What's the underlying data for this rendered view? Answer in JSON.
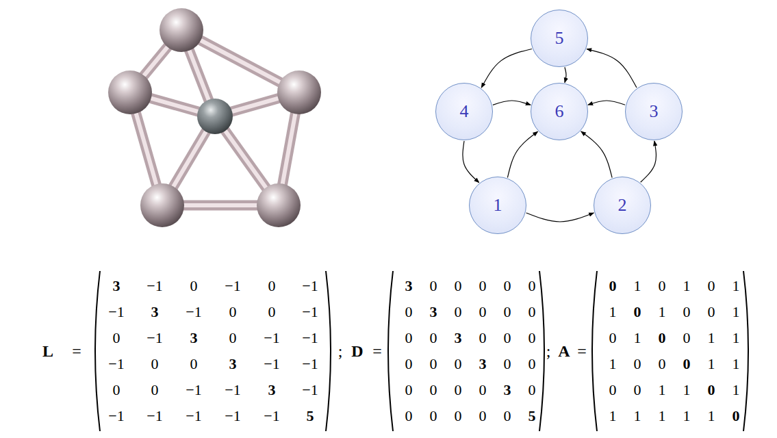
{
  "diagram": {
    "nodes": [
      {
        "text": [
          "5"
        ]
      },
      {
        "text": [
          "4"
        ]
      },
      {
        "text": [
          "6"
        ]
      },
      {
        "text": [
          "3"
        ]
      },
      {
        "text": [
          "1"
        ]
      },
      {
        "text": [
          "2"
        ]
      }
    ],
    "edges": [
      {
        "from": 0,
        "to": 1,
        "arrow": "to"
      },
      {
        "from": 0,
        "to": 2,
        "arrow": "to"
      },
      {
        "from": 3,
        "to": 0,
        "arrow": "to"
      },
      {
        "from": 3,
        "to": 2,
        "arrow": "to"
      },
      {
        "from": 1,
        "to": 2,
        "arrow": "to"
      },
      {
        "from": 1,
        "to": 4,
        "arrow": "to"
      },
      {
        "from": 4,
        "to": 2,
        "arrow": "to"
      },
      {
        "from": 4,
        "to": 5,
        "arrow": "to"
      },
      {
        "from": 5,
        "to": 2,
        "arrow": "to"
      },
      {
        "from": 5,
        "to": 3,
        "arrow": "to"
      }
    ],
    "labels": [
      "L",
      "=",
      "3",
      "−1",
      "0",
      "−1",
      "0",
      "−1",
      "−1",
      "3",
      "−1",
      "0",
      "0",
      "−1",
      "0",
      "−1",
      "3",
      "0",
      "−1",
      "−1",
      "−1",
      "0",
      "0",
      "3",
      "−1",
      "−1",
      "0",
      "0",
      "−1",
      "−1",
      "3",
      "−1",
      "−1",
      "−1",
      "−1",
      "−1",
      "−1",
      "5",
      ";",
      "D",
      "=",
      "3",
      "0",
      "0",
      "0",
      "0",
      "0",
      "0",
      "3",
      "0",
      "0",
      "0",
      "0",
      "0",
      "0",
      "3",
      "0",
      "0",
      "0",
      "0",
      "0",
      "0",
      "3",
      "0",
      "0",
      "0",
      "0",
      "0",
      "0",
      "3",
      "0",
      "0",
      "0",
      "0",
      "0",
      "0",
      "5",
      ";",
      "A",
      "=",
      "0",
      "1",
      "0",
      "1",
      "0",
      "1",
      "1",
      "0",
      "1",
      "0",
      "0",
      "1",
      "0",
      "1",
      "0",
      "0",
      "1",
      "1",
      "1",
      "0",
      "0",
      "0",
      "1",
      "1",
      "0",
      "0",
      "1",
      "1",
      "0",
      "1",
      "1",
      "1",
      "1",
      "1",
      "1",
      "0"
    ]
  }
}
